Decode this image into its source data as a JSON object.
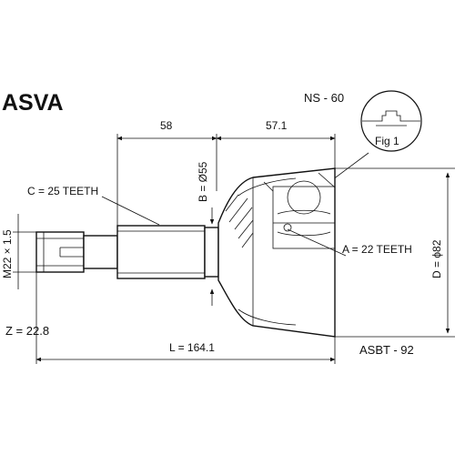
{
  "brand": "ASVA",
  "part_number": "NS - 60",
  "figure_label": "Fig 1",
  "catalog_code": "ASBT - 92",
  "dimensions": {
    "length_shaft": "58",
    "length_head": "57.1",
    "diameter_b": "B = Ø55",
    "teeth_c": "C = 25 TEETH",
    "thread": "M22 × 1.5",
    "teeth_a": "A = 22 TEETH",
    "diameter_d": "D = ϕ82",
    "z_value": "Z = 22.8",
    "total_length": "L = 164.1"
  }
}
